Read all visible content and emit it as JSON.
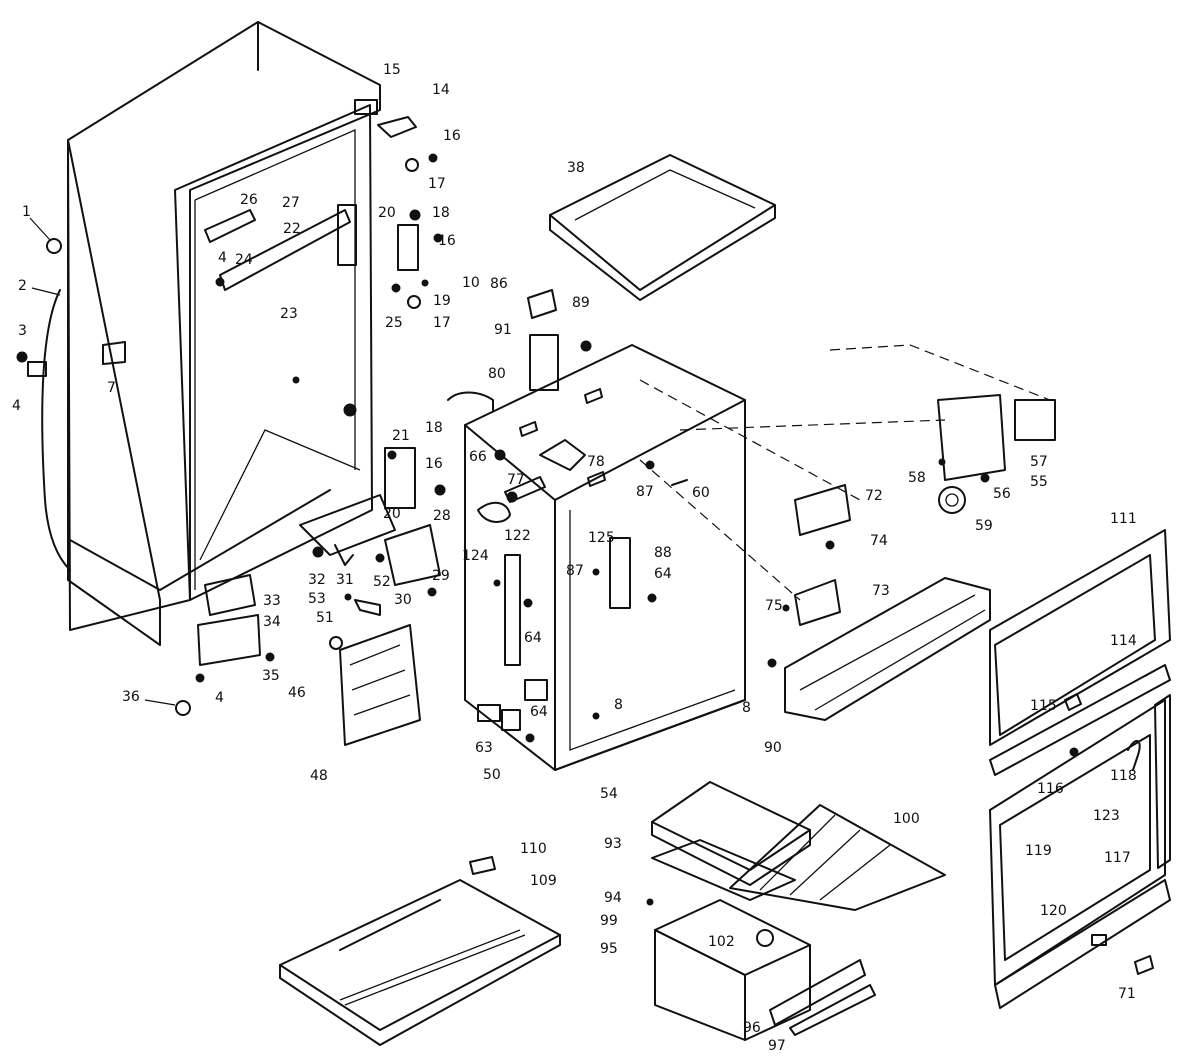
{
  "labels": [
    {
      "id": "1",
      "text": "1"
    },
    {
      "id": "2",
      "text": "2"
    },
    {
      "id": "3",
      "text": "3"
    },
    {
      "id": "4a",
      "text": "4"
    },
    {
      "id": "7",
      "text": "7"
    },
    {
      "id": "15",
      "text": "15"
    },
    {
      "id": "14",
      "text": "14"
    },
    {
      "id": "16a",
      "text": "16"
    },
    {
      "id": "17a",
      "text": "17"
    },
    {
      "id": "26",
      "text": "26"
    },
    {
      "id": "27",
      "text": "27"
    },
    {
      "id": "20a",
      "text": "20"
    },
    {
      "id": "18a",
      "text": "18"
    },
    {
      "id": "22",
      "text": "22"
    },
    {
      "id": "16b",
      "text": "16"
    },
    {
      "id": "4b",
      "text": "4"
    },
    {
      "id": "24",
      "text": "24"
    },
    {
      "id": "10",
      "text": "10"
    },
    {
      "id": "23",
      "text": "23"
    },
    {
      "id": "19",
      "text": "19"
    },
    {
      "id": "25",
      "text": "25"
    },
    {
      "id": "17b",
      "text": "17"
    },
    {
      "id": "38",
      "text": "38"
    },
    {
      "id": "86",
      "text": "86"
    },
    {
      "id": "89",
      "text": "89"
    },
    {
      "id": "91",
      "text": "91"
    },
    {
      "id": "80",
      "text": "80"
    },
    {
      "id": "21",
      "text": "21"
    },
    {
      "id": "18b",
      "text": "18"
    },
    {
      "id": "16c",
      "text": "16"
    },
    {
      "id": "66",
      "text": "66"
    },
    {
      "id": "77",
      "text": "77"
    },
    {
      "id": "78",
      "text": "78"
    },
    {
      "id": "87a",
      "text": "87"
    },
    {
      "id": "60",
      "text": "60"
    },
    {
      "id": "20b",
      "text": "20"
    },
    {
      "id": "28",
      "text": "28"
    },
    {
      "id": "122",
      "text": "122"
    },
    {
      "id": "124",
      "text": "124"
    },
    {
      "id": "125",
      "text": "125"
    },
    {
      "id": "87b",
      "text": "87"
    },
    {
      "id": "88",
      "text": "88"
    },
    {
      "id": "64a",
      "text": "64"
    },
    {
      "id": "32",
      "text": "32"
    },
    {
      "id": "31",
      "text": "31"
    },
    {
      "id": "52",
      "text": "52"
    },
    {
      "id": "29",
      "text": "29"
    },
    {
      "id": "53",
      "text": "53"
    },
    {
      "id": "30",
      "text": "30"
    },
    {
      "id": "33",
      "text": "33"
    },
    {
      "id": "34",
      "text": "34"
    },
    {
      "id": "51",
      "text": "51"
    },
    {
      "id": "35",
      "text": "35"
    },
    {
      "id": "46",
      "text": "46"
    },
    {
      "id": "4c",
      "text": "4"
    },
    {
      "id": "36",
      "text": "36"
    },
    {
      "id": "48",
      "text": "48"
    },
    {
      "id": "64b",
      "text": "64"
    },
    {
      "id": "8a",
      "text": "8"
    },
    {
      "id": "64c",
      "text": "64"
    },
    {
      "id": "63",
      "text": "63"
    },
    {
      "id": "50",
      "text": "50"
    },
    {
      "id": "54",
      "text": "54"
    },
    {
      "id": "8b",
      "text": "8"
    },
    {
      "id": "90",
      "text": "90"
    },
    {
      "id": "72",
      "text": "72"
    },
    {
      "id": "74",
      "text": "74"
    },
    {
      "id": "73",
      "text": "73"
    },
    {
      "id": "75",
      "text": "75"
    },
    {
      "id": "58a",
      "text": "58"
    },
    {
      "id": "56",
      "text": "56"
    },
    {
      "id": "59",
      "text": "59"
    },
    {
      "id": "57",
      "text": "57"
    },
    {
      "id": "55",
      "text": "55"
    },
    {
      "id": "111",
      "text": "111"
    },
    {
      "id": "114",
      "text": "114"
    },
    {
      "id": "115",
      "text": "115"
    },
    {
      "id": "118",
      "text": "118"
    },
    {
      "id": "116",
      "text": "116"
    },
    {
      "id": "123",
      "text": "123"
    },
    {
      "id": "119",
      "text": "119"
    },
    {
      "id": "117",
      "text": "117"
    },
    {
      "id": "120",
      "text": "120"
    },
    {
      "id": "71",
      "text": "71"
    },
    {
      "id": "110",
      "text": "110"
    },
    {
      "id": "109",
      "text": "109"
    },
    {
      "id": "93",
      "text": "93"
    },
    {
      "id": "100",
      "text": "100"
    },
    {
      "id": "94",
      "text": "94"
    },
    {
      "id": "99",
      "text": "99"
    },
    {
      "id": "95",
      "text": "95"
    },
    {
      "id": "102",
      "text": "102"
    },
    {
      "id": "96",
      "text": "96"
    },
    {
      "id": "97",
      "text": "97"
    }
  ]
}
